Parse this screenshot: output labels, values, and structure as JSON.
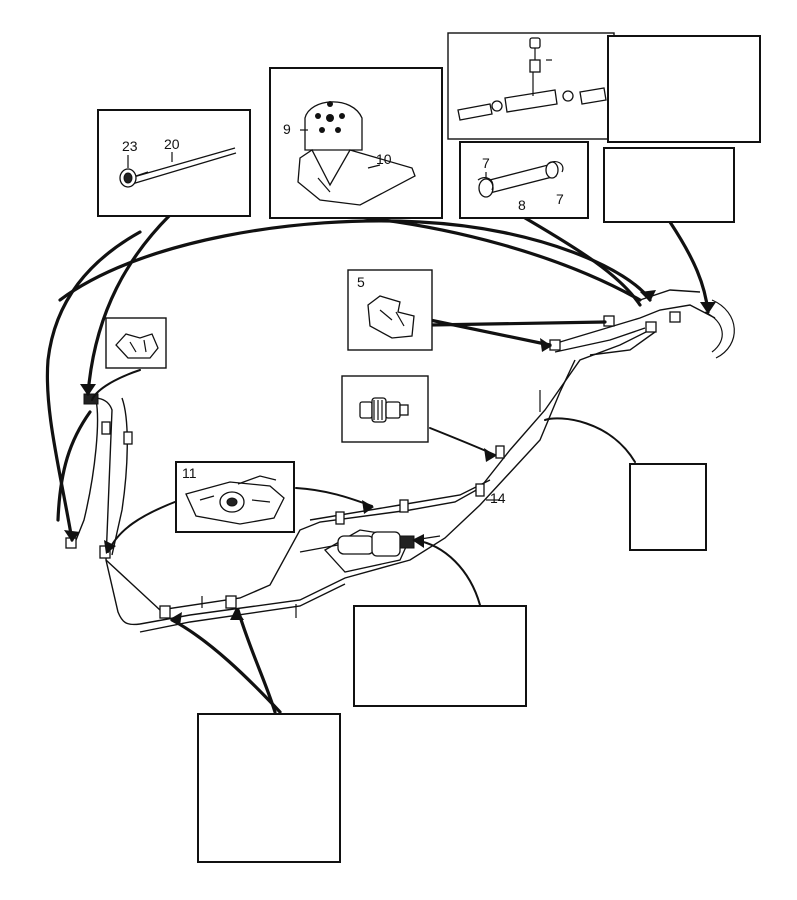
{
  "callouts": {
    "c23": "23",
    "c20": "20",
    "c9": "9",
    "c10": "10",
    "c7a": "7",
    "c8": "8",
    "c7b": "7",
    "c5": "5",
    "c11": "11",
    "c14": "14"
  }
}
